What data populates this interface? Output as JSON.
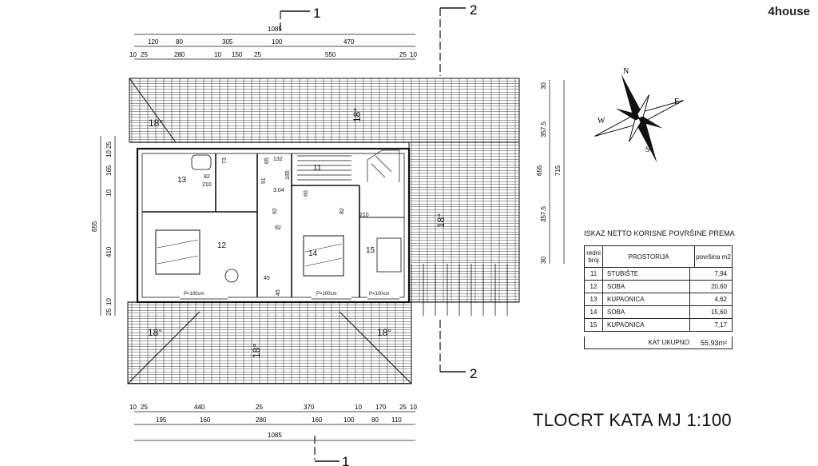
{
  "brand": "4house",
  "drawing_title": "TLOCRT KATA MJ 1:100",
  "sections": {
    "a": "1",
    "b": "2"
  },
  "top_dims": {
    "total": "1085",
    "row1": [
      "120",
      "80",
      "305",
      "100",
      "470"
    ],
    "row2": [
      "10",
      "25",
      "280",
      "10",
      "150",
      "25",
      "550",
      "25",
      "10"
    ]
  },
  "bottom_dims": {
    "total": "1085",
    "row1": [
      "195",
      "160",
      "280",
      "160",
      "100",
      "80",
      "110"
    ],
    "row2": [
      "10",
      "25",
      "440",
      "25",
      "370",
      "10",
      "170",
      "25",
      "10"
    ]
  },
  "left_dims": {
    "total": "655",
    "parts": [
      "25",
      "10",
      "165",
      "10",
      "410",
      "10",
      "25"
    ]
  },
  "right_dims": {
    "total": "655",
    "outer": "715",
    "parts": [
      "30",
      "357,5",
      "357,5",
      "30"
    ]
  },
  "roof_slope": "18°",
  "compass": {
    "n": "N",
    "e": "E",
    "s": "S",
    "w": "W"
  },
  "table": {
    "title": "ISKAZ NETTO KORISNE POVRŠINE PREMA",
    "headers": {
      "num": "redni broj",
      "room": "PROSTORIJA",
      "area": "površina m2"
    },
    "rows": [
      {
        "num": "11",
        "room": "STUBIŠTE",
        "area": "7,94"
      },
      {
        "num": "12",
        "room": "SOBA",
        "area": "20,60"
      },
      {
        "num": "13",
        "room": "KUPAONICA",
        "area": "4,62"
      },
      {
        "num": "14",
        "room": "SOBA",
        "area": "15,60"
      },
      {
        "num": "15",
        "room": "KUPAONICA",
        "area": "7,17"
      }
    ],
    "total_label": "KAT UKUPNO:",
    "total_value": "55,93m²"
  },
  "rooms": {
    "r11": "11",
    "r12": "12",
    "r13": "13",
    "r14": "14",
    "r15": "15"
  },
  "interior_dims": [
    "82",
    "210",
    "73",
    "65",
    "132",
    "185",
    "91",
    "3.04",
    "92",
    "92",
    "45",
    "45",
    "60",
    "82",
    "210",
    "P=100cm"
  ]
}
